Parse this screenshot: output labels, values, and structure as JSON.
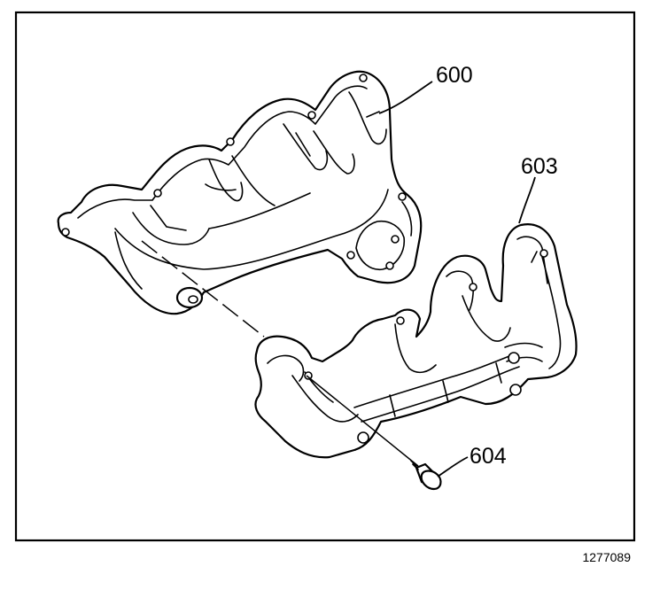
{
  "figure": {
    "id": "1277089",
    "callouts": [
      {
        "id": "exhaust-manifold",
        "label": "600"
      },
      {
        "id": "heat-shield",
        "label": "603"
      },
      {
        "id": "bolt",
        "label": "604"
      }
    ]
  },
  "colors": {
    "line": "#000000",
    "background": "#ffffff"
  }
}
